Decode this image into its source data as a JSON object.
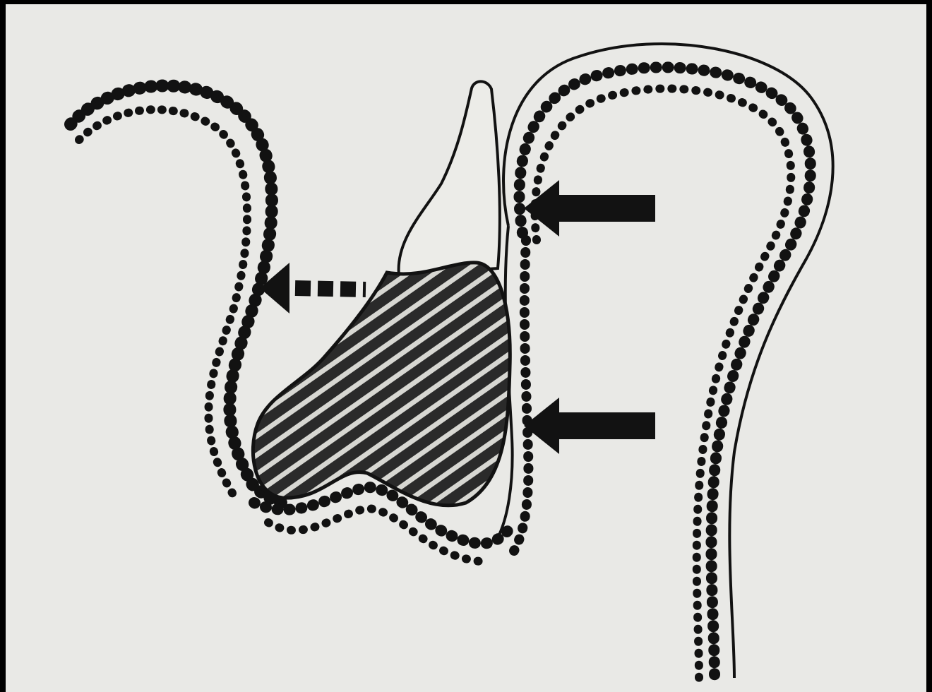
{
  "figure": {
    "caption": "",
    "colors": {
      "paper": "#e9e9e6",
      "ink": "#121212",
      "frame": "#000000",
      "tooth_fill": "#ecece8",
      "hatch_bg": "#2a2a2a",
      "hatch_line": "#d7d7d2"
    },
    "elements": [
      "tissue-fold-left",
      "tissue-fold-right",
      "tooth",
      "hatched-mass",
      "solid-arrow-upper",
      "solid-arrow-lower",
      "dashed-arrow-left"
    ]
  }
}
